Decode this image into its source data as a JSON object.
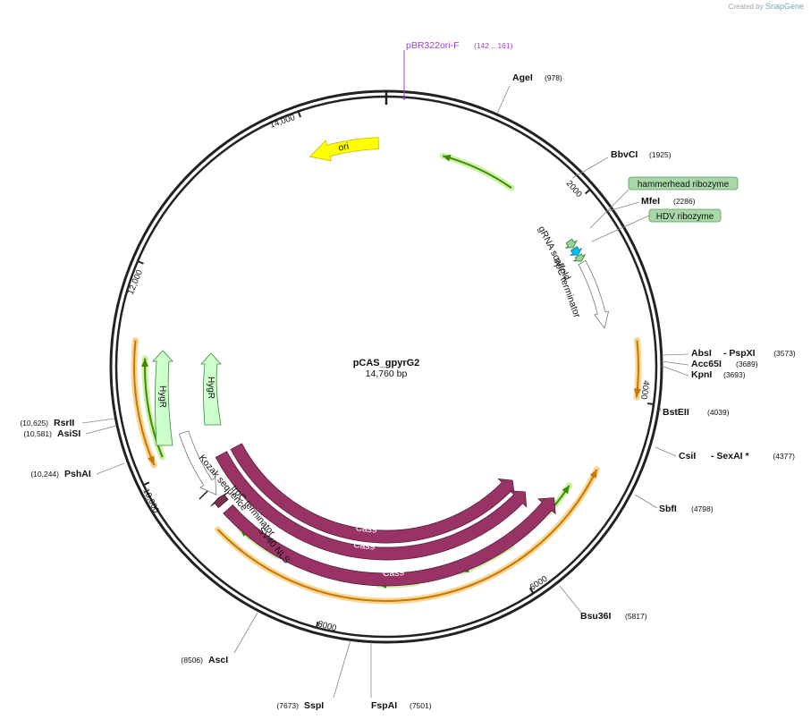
{
  "credit": {
    "prefix": "Created by",
    "brand": "SnapGene"
  },
  "plasmid": {
    "name": "pCAS_gpyrG2",
    "size_label": "14,760 bp"
  },
  "primer": {
    "name": "pBR322ori-F",
    "range": "(142 .. 161)",
    "color": "#a040c8"
  },
  "sites": [
    {
      "name": "AgeI",
      "pos": "(978)"
    },
    {
      "name": "BbvCI",
      "pos": "(1925)"
    },
    {
      "name": "MfeI",
      "pos": "(2286)"
    },
    {
      "name": "AbsI",
      "extra": "- PspXI",
      "pos": "(3573)"
    },
    {
      "name": "Acc65I",
      "pos": "(3689)"
    },
    {
      "name": "KpnI",
      "pos": "(3693)"
    },
    {
      "name": "BstEII",
      "pos": "(4039)"
    },
    {
      "name": "CsiI",
      "extra": "- SexAI *",
      "pos": "(4377)"
    },
    {
      "name": "SbfI",
      "pos": "(4798)"
    },
    {
      "name": "Bsu36I",
      "pos": "(5817)"
    },
    {
      "name": "FspAI",
      "pos": "(7501)"
    },
    {
      "name": "SspI",
      "pos": "(7673)"
    },
    {
      "name": "AscI",
      "pos": "(8506)"
    },
    {
      "name": "PshAI",
      "pos": "(10,244)"
    },
    {
      "name": "AsiSI",
      "pos": "(10,581)"
    },
    {
      "name": "RsrII",
      "pos": "(10,625)"
    }
  ],
  "boxed_features": [
    {
      "label": "hammerhead ribozyme"
    },
    {
      "label": "HDV ribozyme"
    }
  ],
  "ticks": [
    "2000",
    "4000",
    "6000",
    "8000",
    "10,000",
    "12,000",
    "14,000"
  ],
  "features": {
    "ori": "ori",
    "grna": "gRNA scaffold",
    "trpc_top": "trpC terminator",
    "cas9": [
      "Cas9",
      "Cas9",
      "Cas9"
    ],
    "hygr": [
      "HygR",
      "HygR"
    ],
    "kozak": "Kozak sequence",
    "trpc_bottom": "trpC terminator",
    "sv40": "SV40 NLS"
  },
  "colors": {
    "ori": "#ffff00",
    "cas9": "#993366",
    "hygr": "#ccffcc",
    "ribozyme_box": "#a8d8a8",
    "hdv_marker": "#00bbee",
    "green_arrow": "#3c8c00",
    "orange_arrow": "#c87800",
    "backbone": "#222222"
  }
}
